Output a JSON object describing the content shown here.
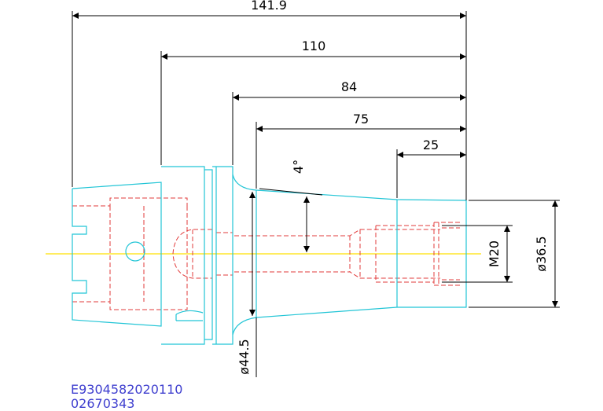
{
  "colors": {
    "outline": "#22c5d6",
    "hidden": "#e23b3b",
    "centerline": "#ffe000",
    "dimension": "#000000",
    "code_text": "#3f3fcf"
  },
  "dimensions": {
    "overall_length": "141.9",
    "gauge_to_end": "110",
    "flange_to_end": "84",
    "taper_length": "75",
    "nose_length": "25",
    "taper_angle": "4°",
    "thread": "M20",
    "nose_diameter": "ø36.5",
    "taper_diameter": "ø44.5"
  },
  "part_codes": {
    "line1": "E9304582020110",
    "line2": "02670343"
  }
}
